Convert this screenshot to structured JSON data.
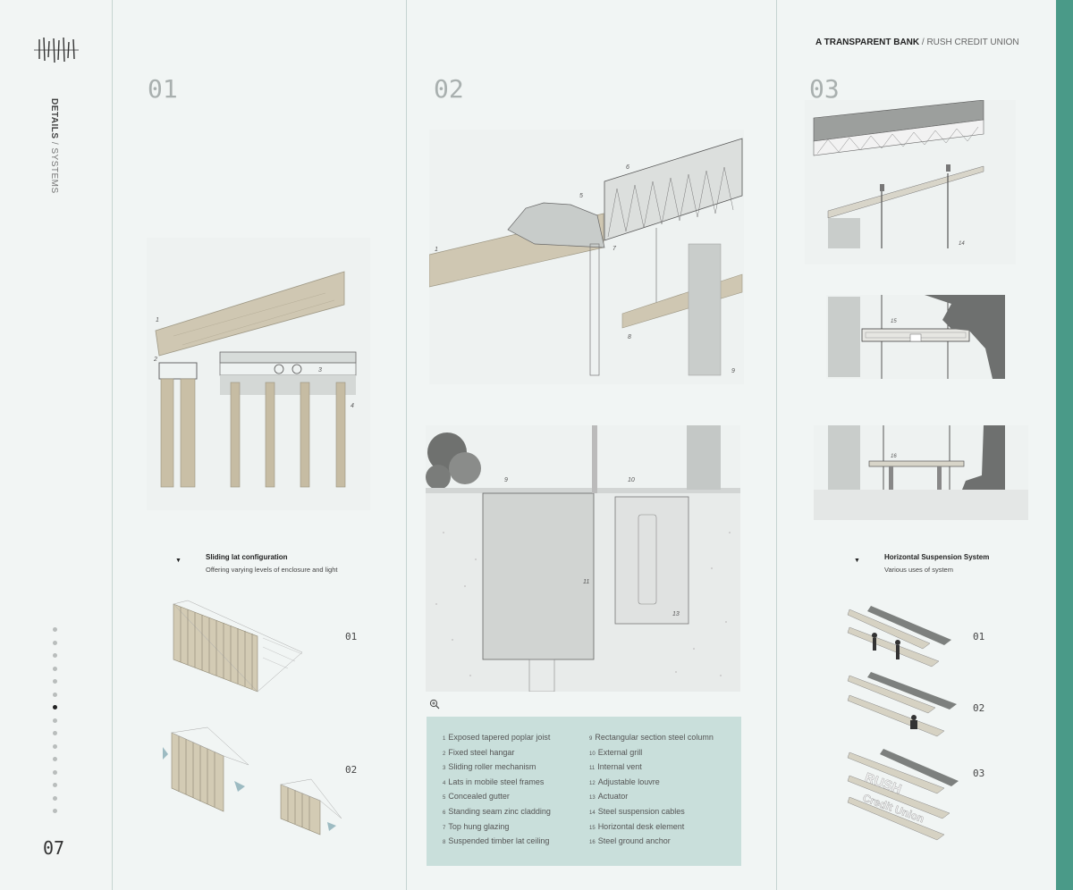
{
  "header": {
    "title_bold": "A TRANSPARENT BANK",
    "title_rest": " / RUSH CREDIT UNION"
  },
  "sidebar": {
    "section_bold": "DETAILS",
    "section_rest": " / SYSTEMS",
    "page_number": "07",
    "dots_count": 15,
    "active_dot": 6
  },
  "columns": [
    {
      "number": "01"
    },
    {
      "number": "02"
    },
    {
      "number": "03"
    }
  ],
  "col1": {
    "caption_title": "Sliding lat configuration",
    "caption_sub": "Offering varying levels of enclosure and light",
    "options": [
      "01",
      "02"
    ],
    "drawing_labels": [
      "1",
      "2",
      "3",
      "4"
    ]
  },
  "col2": {
    "upper_labels": [
      "1",
      "5",
      "6",
      "7",
      "8",
      "9"
    ],
    "lower_labels": [
      "9",
      "10",
      "11",
      "13"
    ],
    "zoom_icon": "zoom-in-icon",
    "legend_left": [
      {
        "n": "1",
        "text": "Exposed tapered poplar joist"
      },
      {
        "n": "2",
        "text": "Fixed steel hangar"
      },
      {
        "n": "3",
        "text": "Sliding roller mechanism"
      },
      {
        "n": "4",
        "text": "Lats in mobile steel frames"
      },
      {
        "n": "5",
        "text": "Concealed gutter"
      },
      {
        "n": "6",
        "text": "Standing seam zinc cladding"
      },
      {
        "n": "7",
        "text": "Top hung glazing"
      },
      {
        "n": "8",
        "text": "Suspended timber lat ceiling"
      }
    ],
    "legend_right": [
      {
        "n": "9",
        "text": "Rectangular section steel column"
      },
      {
        "n": "10",
        "text": "External grill"
      },
      {
        "n": "11",
        "text": "Internal vent"
      },
      {
        "n": "12",
        "text": "Adjustable louvre"
      },
      {
        "n": "13",
        "text": "Actuator"
      },
      {
        "n": "14",
        "text": "Steel suspension cables"
      },
      {
        "n": "15",
        "text": "Horizontal desk element"
      },
      {
        "n": "16",
        "text": "Steel ground anchor"
      }
    ]
  },
  "col3": {
    "drawing_labels": [
      "14",
      "15",
      "16"
    ],
    "caption_title": "Horizontal Suspension System",
    "caption_sub": "Various uses of system",
    "options": [
      "01",
      "02",
      "03"
    ],
    "signage": {
      "line1": "RUSH",
      "line2": "Credit Union"
    }
  },
  "colors": {
    "accent": "#4a9a88",
    "legend_bg": "#c9dfdb",
    "background": "#eef3f2"
  }
}
